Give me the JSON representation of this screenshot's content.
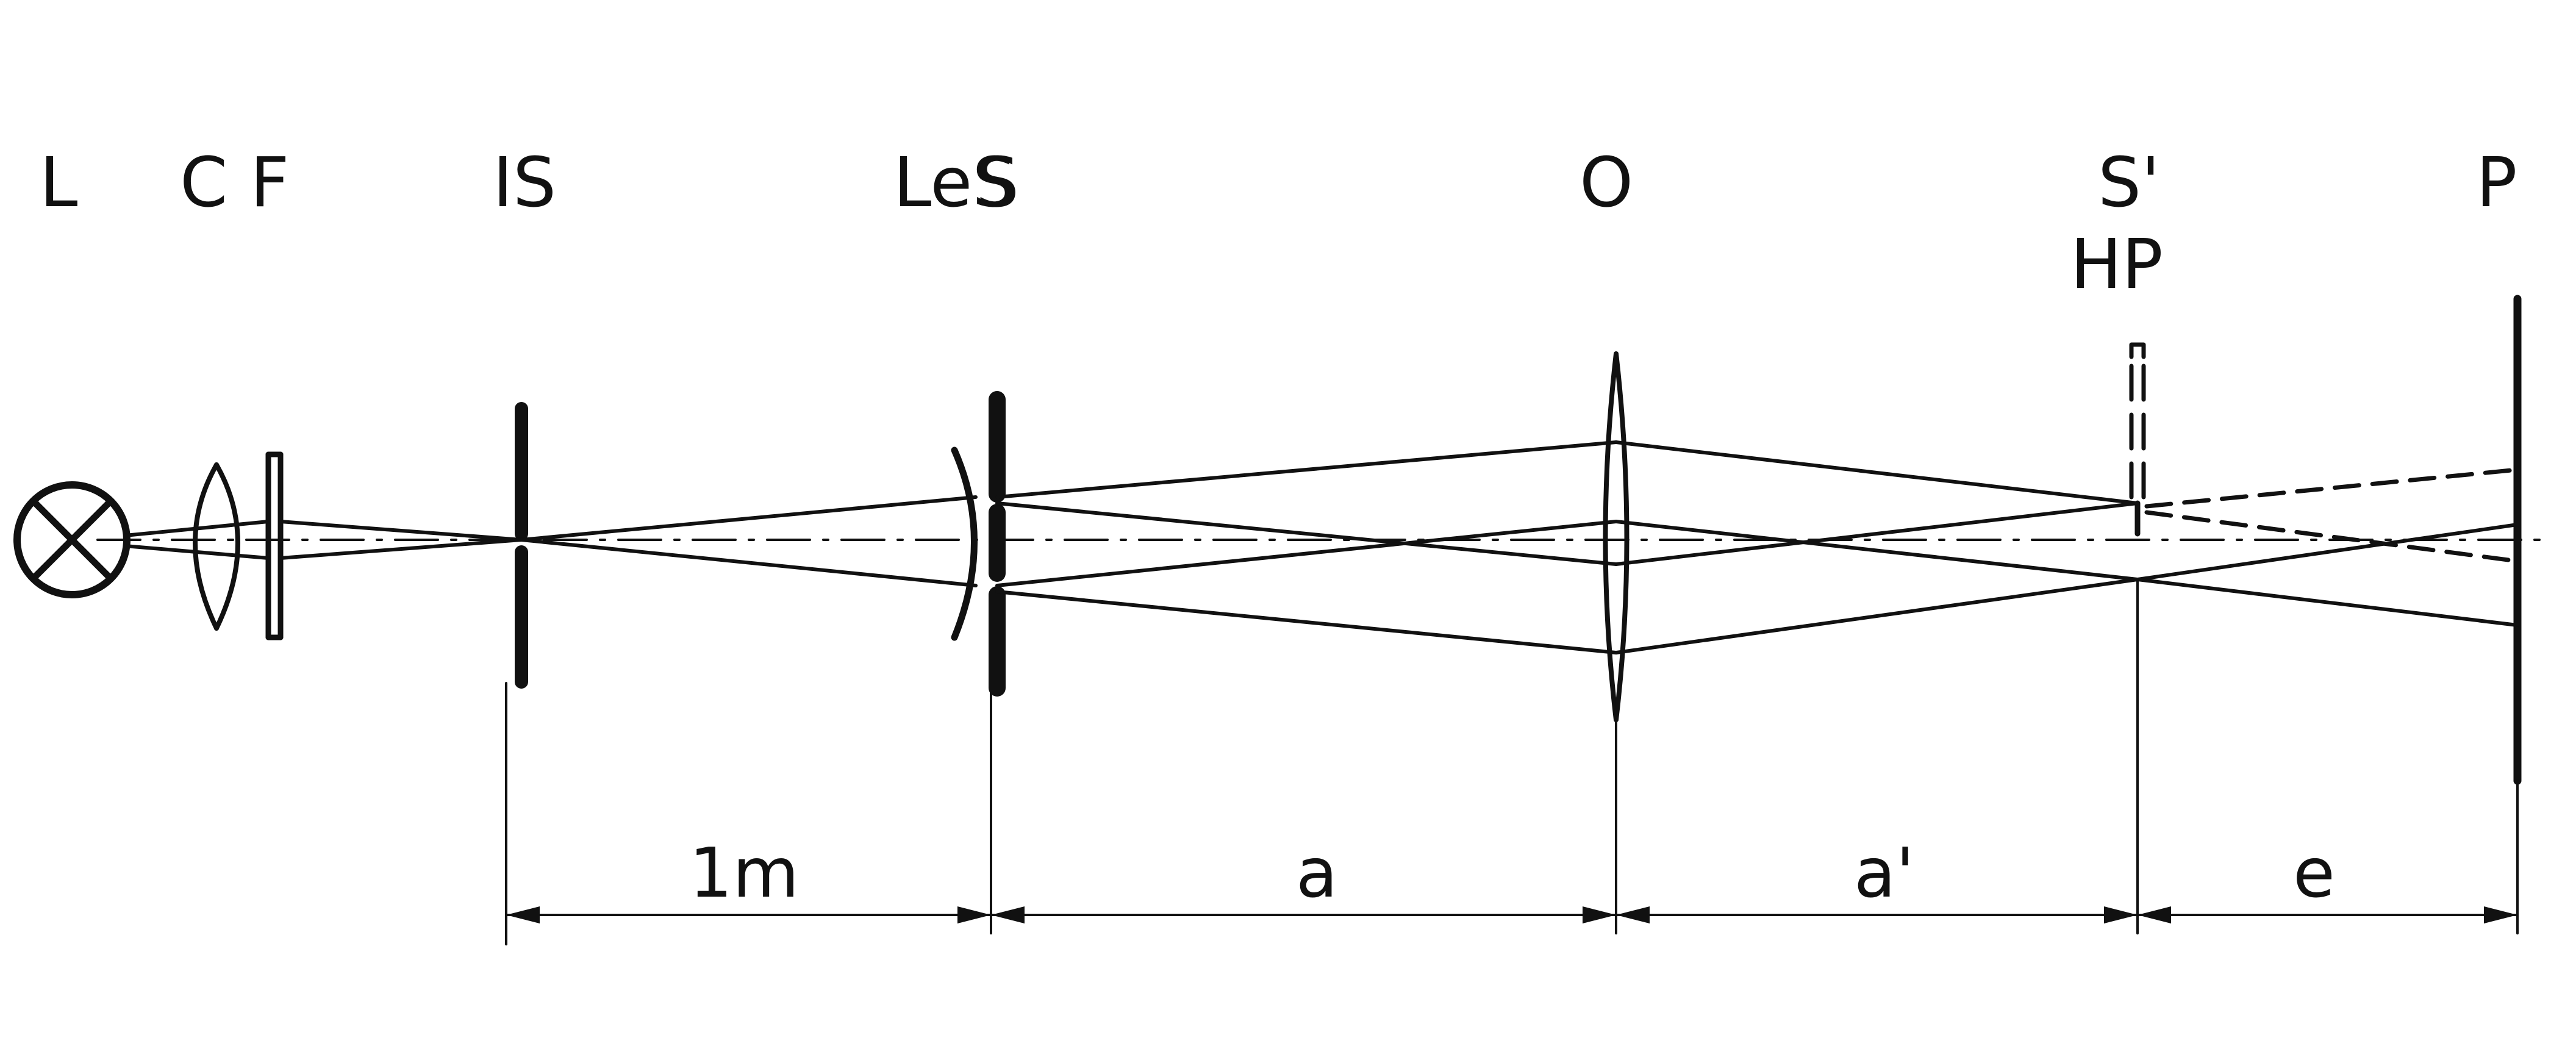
{
  "labels": {
    "lamp": "L",
    "condenser": "C",
    "filter": "F",
    "input_slit": "IS",
    "lens_slit": "LeS",
    "lens_slit_S": "S",
    "objective": "O",
    "image_slit": "S'",
    "hologram_plate": "HP",
    "plate": "P"
  },
  "dimensions": {
    "d1": "1m",
    "d2": "a",
    "d3": "a'",
    "d4": "e"
  },
  "colors": {
    "ink": "#111111",
    "background": "#ffffff"
  }
}
